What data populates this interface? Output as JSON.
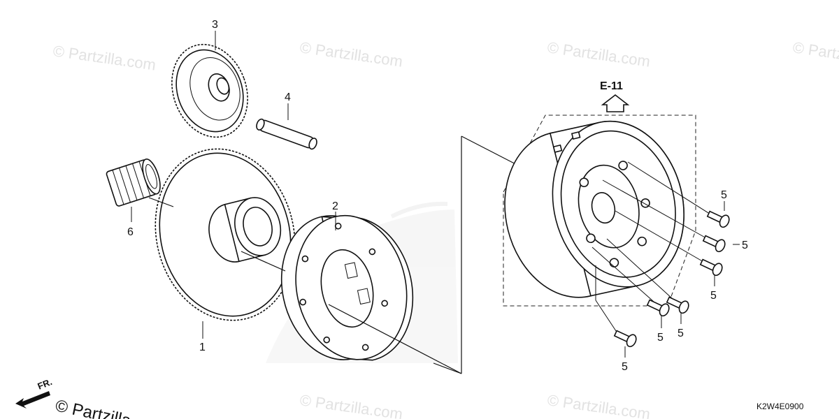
{
  "watermark": {
    "text": "© Partzilla.com",
    "corner_text": "© Partzilla"
  },
  "diagram_code": "K2W4E0900",
  "reference": {
    "label": "E-11"
  },
  "direction": {
    "label": "FR."
  },
  "callouts": {
    "c1": "1",
    "c2": "2",
    "c3": "3",
    "c4": "4",
    "c5a": "5",
    "c5b": "5",
    "c5c": "5",
    "c5d": "5",
    "c5e": "5",
    "c5f": "5",
    "c6": "6"
  },
  "colors": {
    "line": "#111111",
    "watermark": "#e2e2e2",
    "background": "#ffffff"
  }
}
